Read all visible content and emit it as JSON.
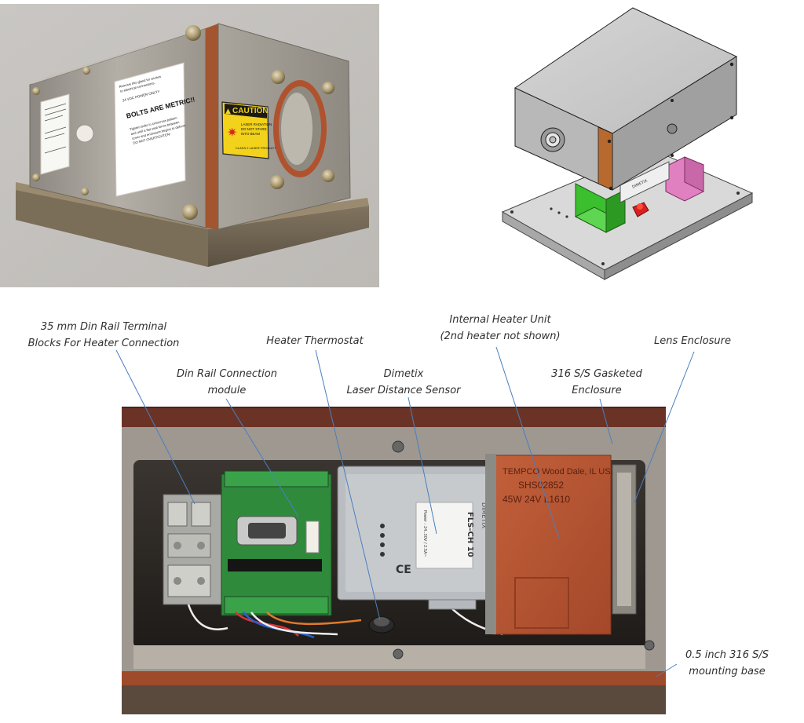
{
  "callouts": {
    "din_terminal": {
      "line1": "35 mm Din Rail Terminal",
      "line2": "Blocks For Heater Connection"
    },
    "din_module": {
      "line1": "Din Rail Connection",
      "line2": "module"
    },
    "thermostat": {
      "line1": "Heater Thermostat"
    },
    "dimetix": {
      "line1": "Dimetix",
      "line2": "Laser Distance Sensor"
    },
    "heater": {
      "line1": "Internal Heater Unit",
      "line2": "(2nd heater not shown)"
    },
    "lens": {
      "line1": "Lens Enclosure"
    },
    "gasket": {
      "line1": "316 S/S Gasketed",
      "line2": "Enclosure"
    },
    "base": {
      "line1": "0.5 inch 316 S/S",
      "line2": "mounting base"
    }
  },
  "photo_labels": {
    "warning_label": {
      "heading": "BOLTS ARE METRIC!!",
      "line1": "Remove this gland for access",
      "line2": "to electrical connections.",
      "line3": "24 VDC POWER ONLY!!",
      "line4": "Tighten bolts in crisscross pattern",
      "line5": "and until a flat seal forms between",
      "line6": "cover and enclosure begins to deform.",
      "line7": "DO NOT OVERTIGHTEN!"
    },
    "caution_label": {
      "heading": "CAUTION",
      "line1": "LASER RADIATION",
      "line2": "DO NOT STARE",
      "line3": "INTO BEAM",
      "line4": "CLASS 2 LASER PRODUCT"
    },
    "heater_label": {
      "line1": "TEMPCO Wood Dale, IL USA",
      "line2": "SHS02852",
      "line3": "45W   24V   L1610"
    },
    "sensor_label": {
      "model": "FLS-CH 10",
      "power": "Power : 24..30V / 2.5A~",
      "ce": "CE",
      "brand": "DIMETIX"
    },
    "cad_label": {
      "text": "DIMETIX"
    }
  },
  "colors": {
    "steel": "#a8a49c",
    "heater": "#b5552f",
    "pcb": "#2f8a3c",
    "cad_green": "#3bbf2f",
    "cad_pink": "#e080c0"
  }
}
